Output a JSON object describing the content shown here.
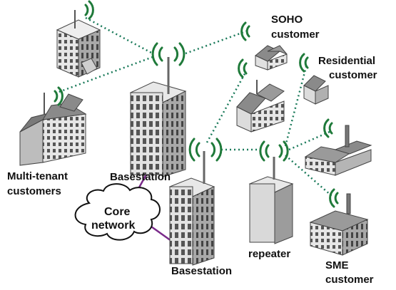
{
  "labels": {
    "soho_line1": "SOHO",
    "soho_line2": "customer",
    "residential_line1": "Residential",
    "residential_line2": "customer",
    "multitenant_line1": "Multi-tenant",
    "multitenant_line2": "customers",
    "basestation_top": "Basestation",
    "basestation_bottom": "Basestation",
    "core_line1": "Core",
    "core_line2": "network",
    "repeater": "repeater",
    "sme_line1": "SME",
    "sme_line2": "customer"
  },
  "colors": {
    "wireless_link": "#1a7a5a",
    "antenna_wave": "#1f7a3a",
    "wired_link": "#7a2a8a",
    "building_face": "#d8d8d8",
    "building_side": "#9a9a9a",
    "window": "#5a5a5a"
  },
  "icons": [
    "basestation-tower",
    "repeater-tower",
    "house",
    "office-building",
    "factory",
    "cloud"
  ]
}
